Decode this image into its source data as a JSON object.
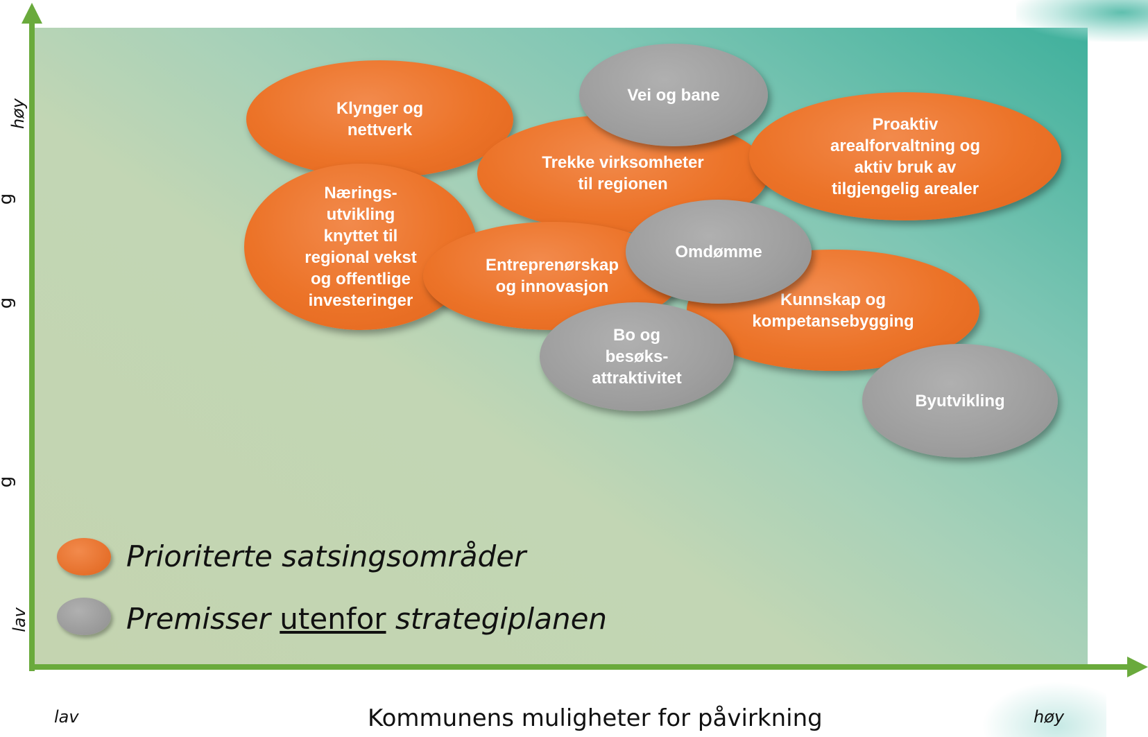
{
  "axes": {
    "x_label": "Kommunens muligheter for påvirkning",
    "x_low": "lav",
    "x_high": "høy",
    "y_low": "lav",
    "y_high": "høy",
    "y_fragments": [
      "g",
      "g",
      "g"
    ],
    "color": "#6aaa3c"
  },
  "bubbles": [
    {
      "id": "klynger",
      "text": "Klynger og\nnettverk",
      "category": "prioritized"
    },
    {
      "id": "naeringsutvikling",
      "text": "Nærings-\nutvikling\nknyttet til\nregional vekst\nog offentlige\ninvesteringer",
      "category": "prioritized"
    },
    {
      "id": "trekke",
      "text": "Trekke virksomheter\ntil regionen",
      "category": "prioritized"
    },
    {
      "id": "proaktiv",
      "text": "Proaktiv\narealforvaltning og\naktiv bruk av\ntilgjengelig arealer",
      "category": "prioritized"
    },
    {
      "id": "entreprenorskap",
      "text": "Entreprenørskap\nog innovasjon",
      "category": "prioritized"
    },
    {
      "id": "kunnskap",
      "text": "Kunnskap og\nkompetansebygging",
      "category": "prioritized"
    },
    {
      "id": "vei",
      "text": "Vei og bane",
      "category": "premise"
    },
    {
      "id": "omdomme",
      "text": "Omdømme",
      "category": "premise"
    },
    {
      "id": "bo",
      "text": "Bo og\nbesøks-\nattraktivitet",
      "category": "premise"
    },
    {
      "id": "byutvikling",
      "text": "Byutvikling",
      "category": "premise"
    }
  ],
  "legend": {
    "prioritized": "Prioriterte satsingsområder",
    "premise_part1": "Premisser",
    "premise_part2": "utenfor",
    "premise_part3": "strategiplanen"
  },
  "colors": {
    "prioritized": "#ec7328",
    "premise": "#9e9e9e",
    "background_start": "#3fb09c",
    "background_end": "#c4d4b0"
  }
}
